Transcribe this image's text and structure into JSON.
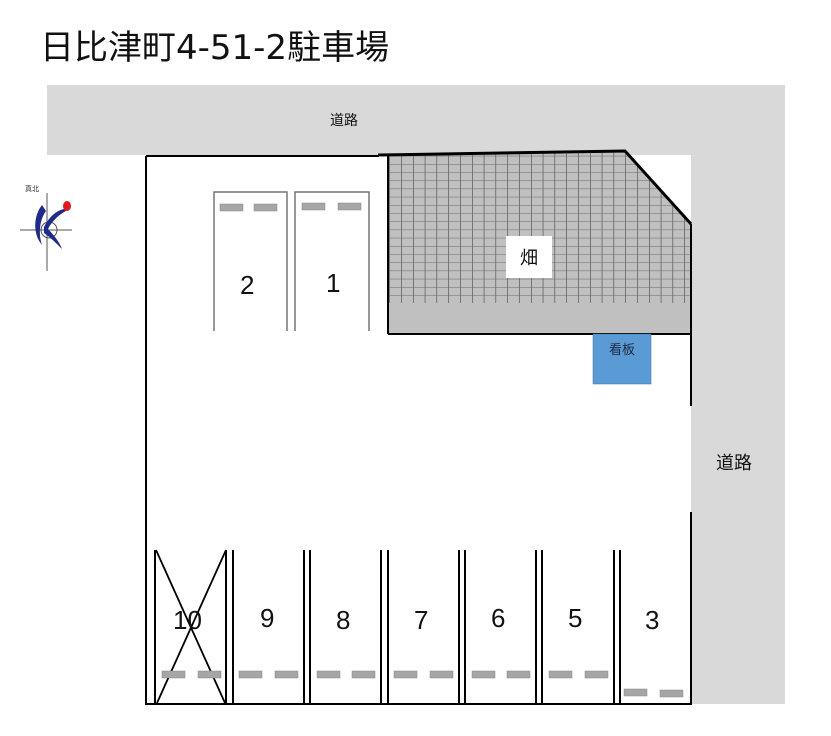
{
  "title": "日比津町4-51-2駐車場",
  "roads": {
    "top_label": "道路",
    "right_label": "道路",
    "color": "#d9d9d9"
  },
  "field": {
    "label": "畑",
    "fill": "#c0c0c0",
    "grid_color": "#333333"
  },
  "sign": {
    "label": "看板",
    "color": "#5b9bd5"
  },
  "compass": {
    "label": "真北",
    "icon": "north-compass-icon"
  },
  "parking_spaces": {
    "top_row": [
      {
        "number": "2"
      },
      {
        "number": "1"
      }
    ],
    "bottom_row": [
      {
        "number": "10",
        "status": "unavailable"
      },
      {
        "number": "9"
      },
      {
        "number": "8"
      },
      {
        "number": "7"
      },
      {
        "number": "6"
      },
      {
        "number": "5"
      },
      {
        "number": "3"
      }
    ]
  },
  "colors": {
    "outline": "#000000",
    "wheel_stop": "#a6a6a6",
    "wheel_stop_border": "#7f7f7f"
  }
}
